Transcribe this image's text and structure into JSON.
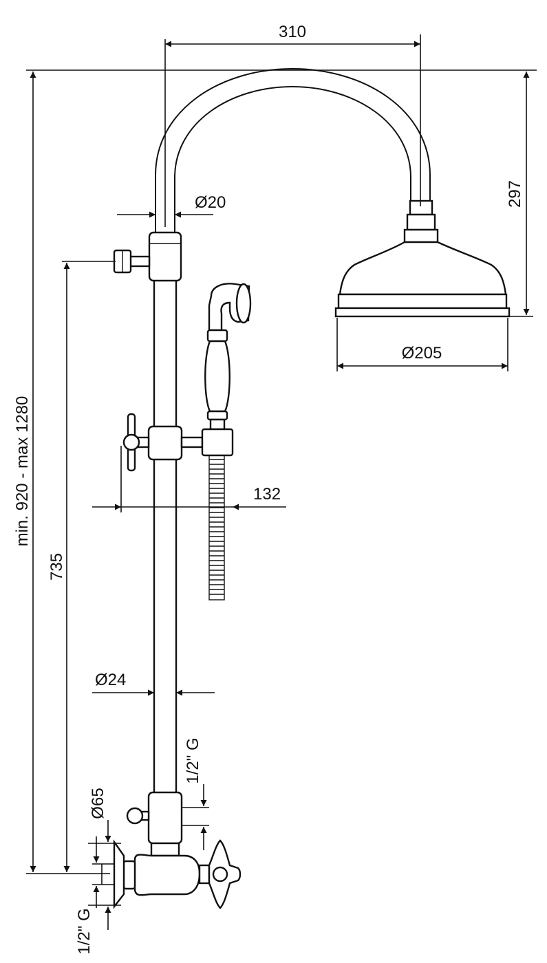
{
  "dimensions": {
    "arm_reach": "310",
    "arm_diameter": "Ø20",
    "head_height": "297",
    "head_diameter": "Ø205",
    "hand_shower_offset": "132",
    "rail_diameter": "Ø24",
    "total_height": "min. 920 - max 1280",
    "rail_height": "735",
    "thread_upper": "1/2\" G",
    "flange_diameter": "Ø65",
    "thread_lower": "1/2\" G"
  }
}
